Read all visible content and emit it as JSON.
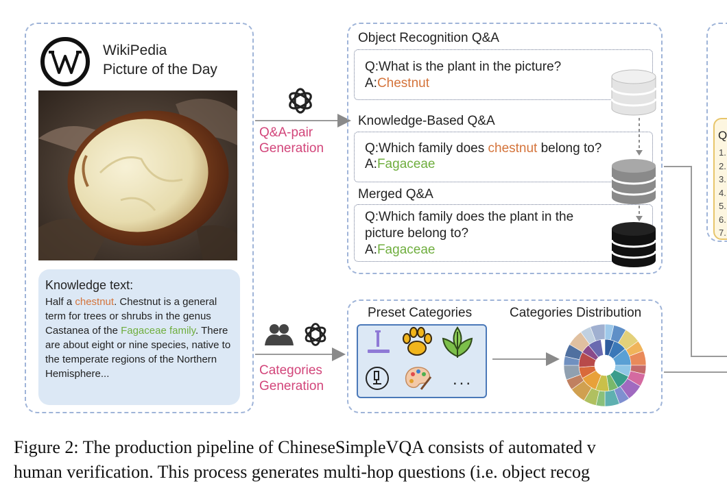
{
  "wiki": {
    "title_line1": "WikiPedia",
    "title_line2": "Picture of the Day"
  },
  "knowledge": {
    "heading": "Knowledge text:",
    "p1": "Half a ",
    "h1": "chestnut",
    "p2": ". Chestnut is a general term for trees or shrubs in the genus Castanea of the ",
    "h2": "Fagaceae family",
    "p3": ". There are about eight or nine species, native to the temperate regions of the Northern Hemisphere..."
  },
  "arrows": {
    "qa_gen_line1": "Q&A-pair",
    "qa_gen_line2": "Generation",
    "cat_gen_line1": "Categories",
    "cat_gen_line2": "Generation"
  },
  "object_qa": {
    "title": "Object Recognition Q&A",
    "q": "Q:What is the plant in the picture?",
    "a_prefix": "A:",
    "a": "Chestnut"
  },
  "knowledge_qa": {
    "title": "Knowledge-Based Q&A",
    "q1": "Q:Which family does ",
    "q_hl": "chestnut",
    "q2": " belong to?",
    "a_prefix": "A:",
    "a": "Fagaceae"
  },
  "merged_qa": {
    "title": "Merged Q&A",
    "q_line1": "Q:Which family does the plant in the",
    "q_line2": "picture belong to?",
    "a_prefix": "A:",
    "a": "Fagaceae"
  },
  "categories": {
    "preset_title": "Preset Categories",
    "dist_title": "Categories Distribution",
    "more": "..."
  },
  "right_list": {
    "letter": "Q",
    "items": [
      "1.",
      "2.",
      "3.",
      "4.",
      "5.",
      "6.",
      "7."
    ]
  },
  "caption": {
    "line1": "Figure 2: The production pipeline of ChineseSimpleVQA consists of automated v",
    "line2": "human verification. This process generates multi-hop questions (i.e. object recog"
  },
  "colors": {
    "dash": "#9fb4d8",
    "orange": "#d4733a",
    "green": "#6fae3e",
    "pink": "#d2457a",
    "knowledge_bg": "#dce8f5"
  }
}
